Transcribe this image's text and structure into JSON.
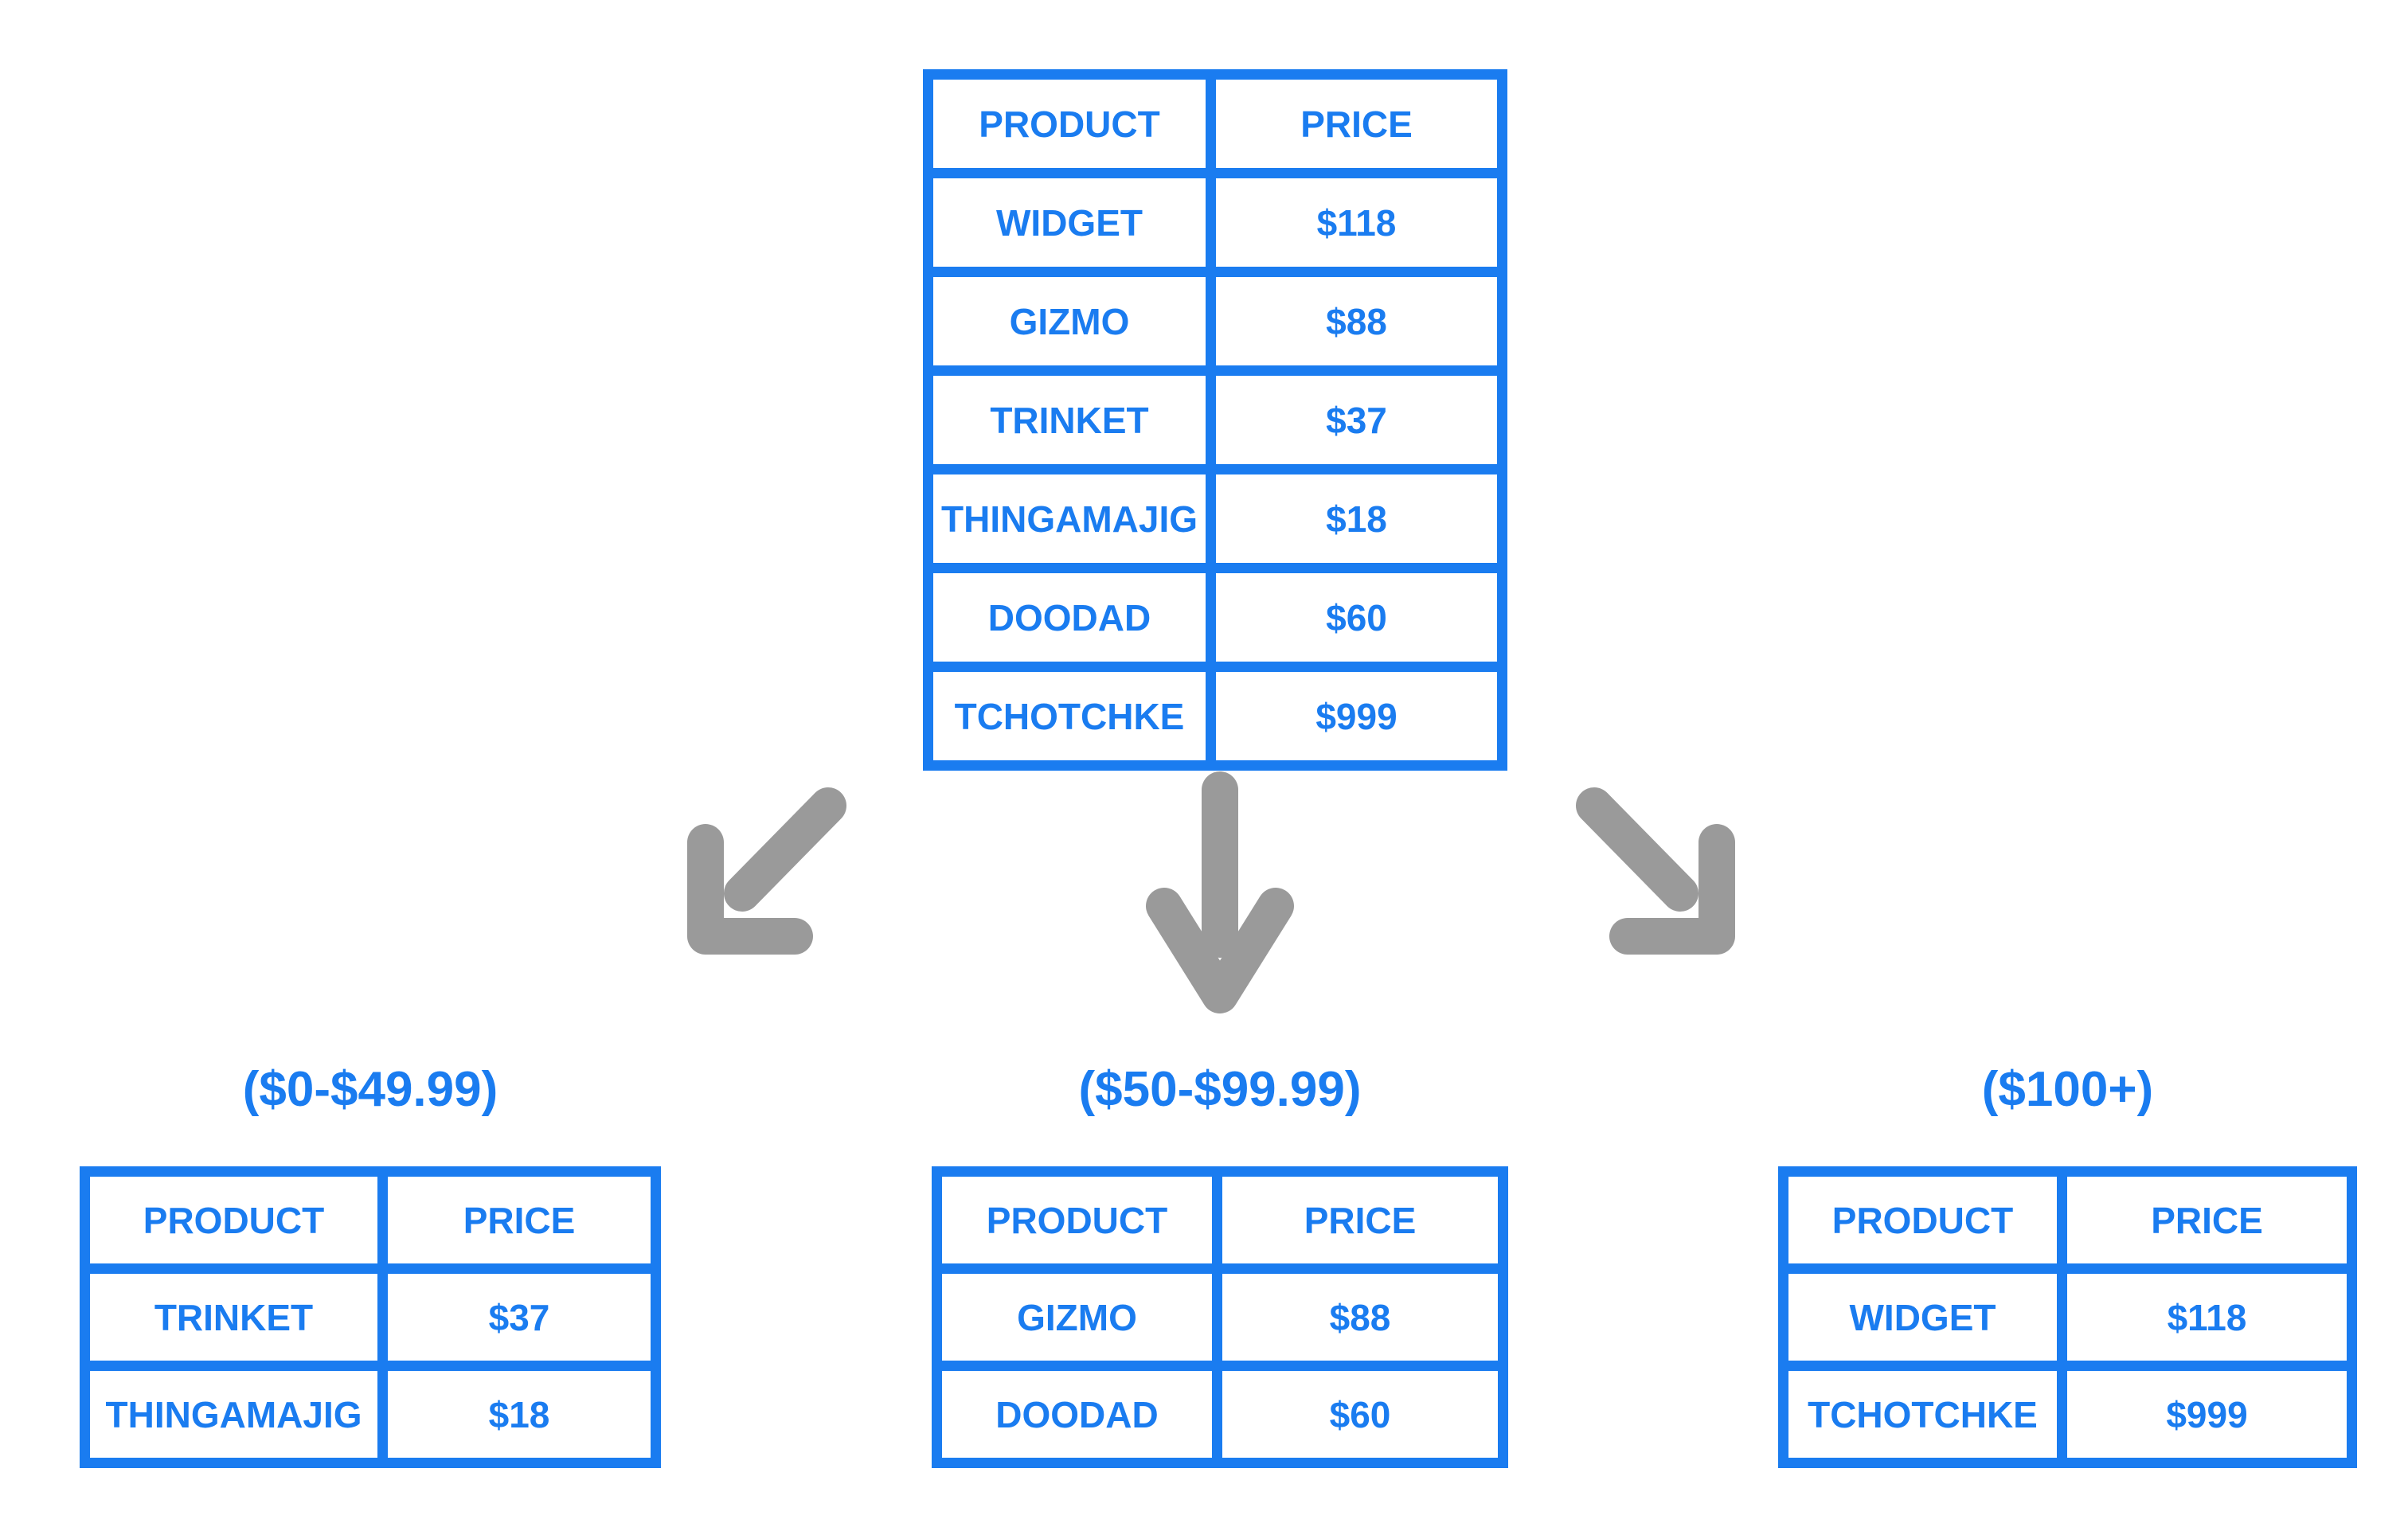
{
  "colors": {
    "accent_blue": "#1a7cf0",
    "arrow_gray": "#9a9a9a"
  },
  "top_table": {
    "columns": [
      "PRODUCT",
      "PRICE"
    ],
    "rows": [
      [
        "WIDGET",
        "$118"
      ],
      [
        "GIZMO",
        "$88"
      ],
      [
        "TRINKET",
        "$37"
      ],
      [
        "THINGAMAJIG",
        "$18"
      ],
      [
        "DOODAD",
        "$60"
      ],
      [
        "TCHOTCHKE",
        "$999"
      ]
    ]
  },
  "groups": [
    {
      "label": "($0-$49.99)",
      "table": {
        "columns": [
          "PRODUCT",
          "PRICE"
        ],
        "rows": [
          [
            "TRINKET",
            "$37"
          ],
          [
            "THINGAMAJIG",
            "$18"
          ]
        ]
      }
    },
    {
      "label": "($50-$99.99)",
      "table": {
        "columns": [
          "PRODUCT",
          "PRICE"
        ],
        "rows": [
          [
            "GIZMO",
            "$88"
          ],
          [
            "DOODAD",
            "$60"
          ]
        ]
      }
    },
    {
      "label": "($100+)",
      "table": {
        "columns": [
          "PRODUCT",
          "PRICE"
        ],
        "rows": [
          [
            "WIDGET",
            "$118"
          ],
          [
            "TCHOTCHKE",
            "$999"
          ]
        ]
      }
    }
  ],
  "arrows": [
    "down-left-arrow",
    "down-arrow",
    "down-right-arrow"
  ]
}
